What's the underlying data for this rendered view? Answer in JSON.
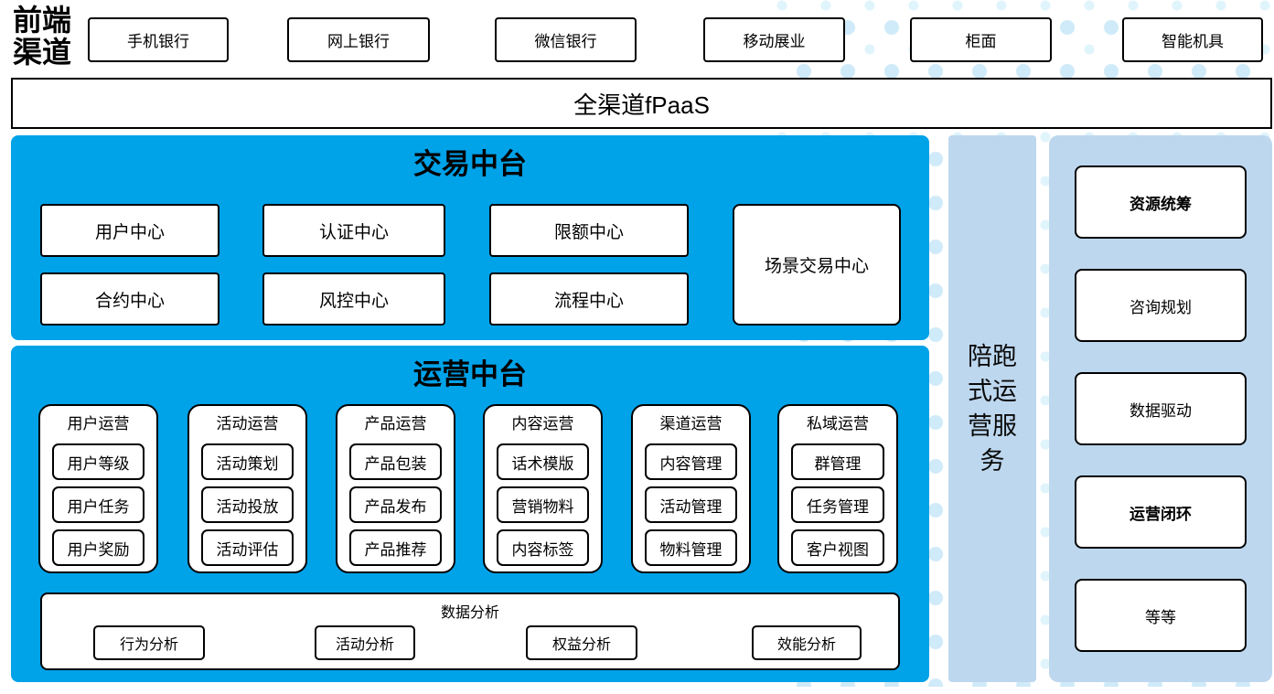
{
  "colors": {
    "bright_blue": "#00A2E8",
    "light_blue": "#BDD7EE",
    "dot_blue": "#D5EEF9",
    "box_border": "#000000"
  },
  "frontend": {
    "label": "前端渠道",
    "channels": [
      "手机银行",
      "网上银行",
      "微信银行",
      "移动展业",
      "柜面",
      "智能机具"
    ]
  },
  "fpaas": {
    "label": "全渠道fPaaS"
  },
  "trade": {
    "title": "交易中台",
    "boxes": [
      "用户中心",
      "认证中心",
      "限额中心",
      "合约中心",
      "风控中心",
      "流程中心"
    ],
    "tall_box": "场景交易中心"
  },
  "ops": {
    "title": "运营中台",
    "columns": [
      {
        "header": "用户运营",
        "items": [
          "用户等级",
          "用户任务",
          "用户奖励"
        ]
      },
      {
        "header": "活动运营",
        "items": [
          "活动策划",
          "活动投放",
          "活动评估"
        ]
      },
      {
        "header": "产品运营",
        "items": [
          "产品包装",
          "产品发布",
          "产品推荐"
        ]
      },
      {
        "header": "内容运营",
        "items": [
          "话术模版",
          "营销物料",
          "内容标签"
        ]
      },
      {
        "header": "渠道运营",
        "items": [
          "内容管理",
          "活动管理",
          "物料管理"
        ]
      },
      {
        "header": "私域运营",
        "items": [
          "群管理",
          "任务管理",
          "客户视图"
        ]
      }
    ],
    "analysis": {
      "title": "数据分析",
      "items": [
        "行为分析",
        "活动分析",
        "权益分析",
        "效能分析"
      ]
    }
  },
  "side_service": {
    "label": "陪跑式运营服务"
  },
  "right_panel": {
    "items": [
      "资源统筹",
      "咨询规划",
      "数据驱动",
      "运营闭环",
      "等等"
    ],
    "bold_items": [
      "资源统筹",
      "运营闭环"
    ]
  }
}
